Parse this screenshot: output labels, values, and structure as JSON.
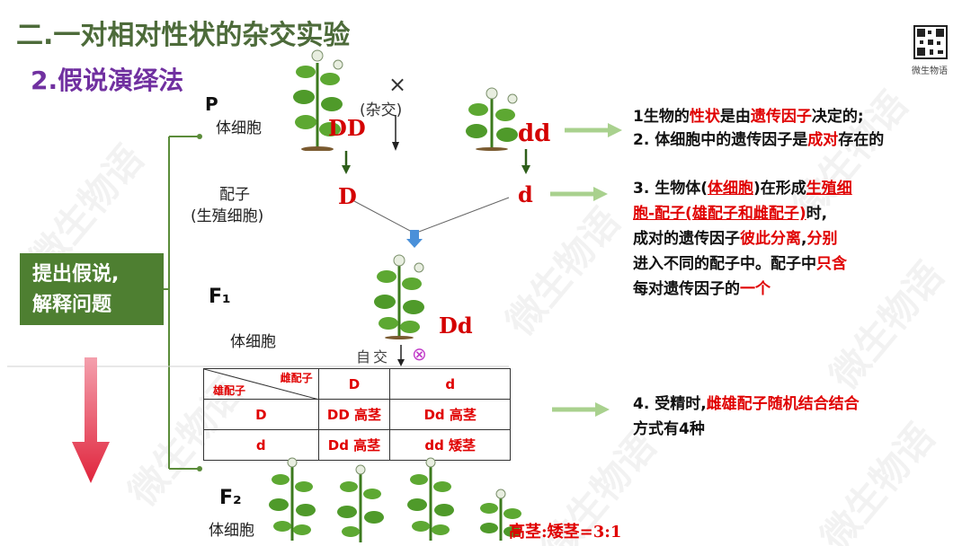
{
  "title": "二.一对相对性状的杂交实验",
  "subtitle": "2.假说演绎法",
  "brand_label": "微生物语",
  "watermark": "微生物语",
  "left_box": {
    "line1": "提出假说,",
    "line2": "解释问题"
  },
  "p_generation": {
    "label": "P",
    "sublabel": "体细胞",
    "cross_symbol": "×",
    "cross_text": "(杂交)",
    "left_genotype": "DD",
    "right_genotype": "dd"
  },
  "gametes": {
    "label": "配子",
    "sublabel": "(生殖细胞)",
    "left": "D",
    "right": "d"
  },
  "f1": {
    "label": "F₁",
    "sublabel": "体细胞",
    "genotype": "Dd",
    "self_text": "自交",
    "self_symbol": "⊗"
  },
  "punnett": {
    "header_female": "雌配子",
    "header_male": "雄配子",
    "col1": "D",
    "col2": "d",
    "row1_head": "D",
    "row1_c1": "DD 高茎",
    "row1_c2": "Dd 高茎",
    "row2_head": "d",
    "row2_c1": "Dd 高茎",
    "row2_c2": "dd 矮茎"
  },
  "f2": {
    "label": "F₂",
    "sublabel": "体细胞",
    "ratio": "高茎:矮茎=3:1"
  },
  "annotations": {
    "a1": {
      "p1": "1生物的",
      "p2": "性状",
      "p3": "是由",
      "p4": "遗传因子",
      "p5": "决定的;"
    },
    "a2": {
      "p1": "2. 体细胞中的遗传因子是",
      "p2": "成对",
      "p3": "存在的"
    },
    "a3": {
      "l1a": "3. 生物体(",
      "l1b": "体细胞",
      "l1c": ")在形成",
      "l1d": "生殖细",
      "l2a": "胞-配子(雄配子和雌配子)",
      "l2b": "时,",
      "l3a": "成对的遗传因子",
      "l3b": "彼此分离",
      "l3c": ",",
      "l3d": "分别",
      "l4a": "进入不同的配子中。配子中",
      "l4b": "只含",
      "l5a": "每对遗传因子的",
      "l5b": "一个"
    },
    "a4": {
      "l1a": "4. 受精时,",
      "l1b": "雌雄配子随机结合结合",
      "l2": "方式有4种"
    }
  },
  "colors": {
    "title_green": "#4d6b3a",
    "subtitle_purple": "#7030a0",
    "box_green": "#4e7f31",
    "red": "#e00000",
    "arrow_green": "#a9d18e",
    "arrow_red": "#e0243c"
  }
}
